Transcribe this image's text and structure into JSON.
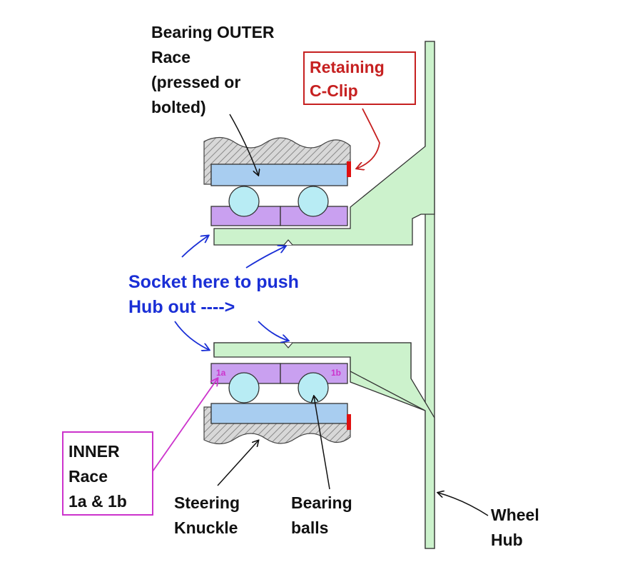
{
  "labels": {
    "outer_race": [
      "Bearing OUTER",
      "Race",
      "(pressed or",
      "bolted)"
    ],
    "retaining_clip": [
      "Retaining",
      "C-Clip"
    ],
    "socket": [
      "Socket here to push",
      "Hub out  ---->"
    ],
    "inner_race": [
      "INNER",
      "Race",
      "1a & 1b"
    ],
    "steering_knuckle": [
      "Steering",
      "Knuckle"
    ],
    "bearing_balls": [
      "Bearing",
      "balls"
    ],
    "wheel_hub": [
      "Wheel",
      "Hub"
    ],
    "race_1a": "1a",
    "race_1b": "1b"
  },
  "colors": {
    "hub": "#ccf2cc",
    "outer_race": "#a8cdf0",
    "inner_race": "#c9a0f0",
    "balls": "#b8ecf4",
    "knuckle_hatch": "#9a9a9a",
    "clip": "#e01010",
    "outline": "#333333",
    "black_text": "#111111",
    "blue_text": "#1a2fd6",
    "red_text": "#c62020",
    "magenta": "#cc33cc"
  }
}
